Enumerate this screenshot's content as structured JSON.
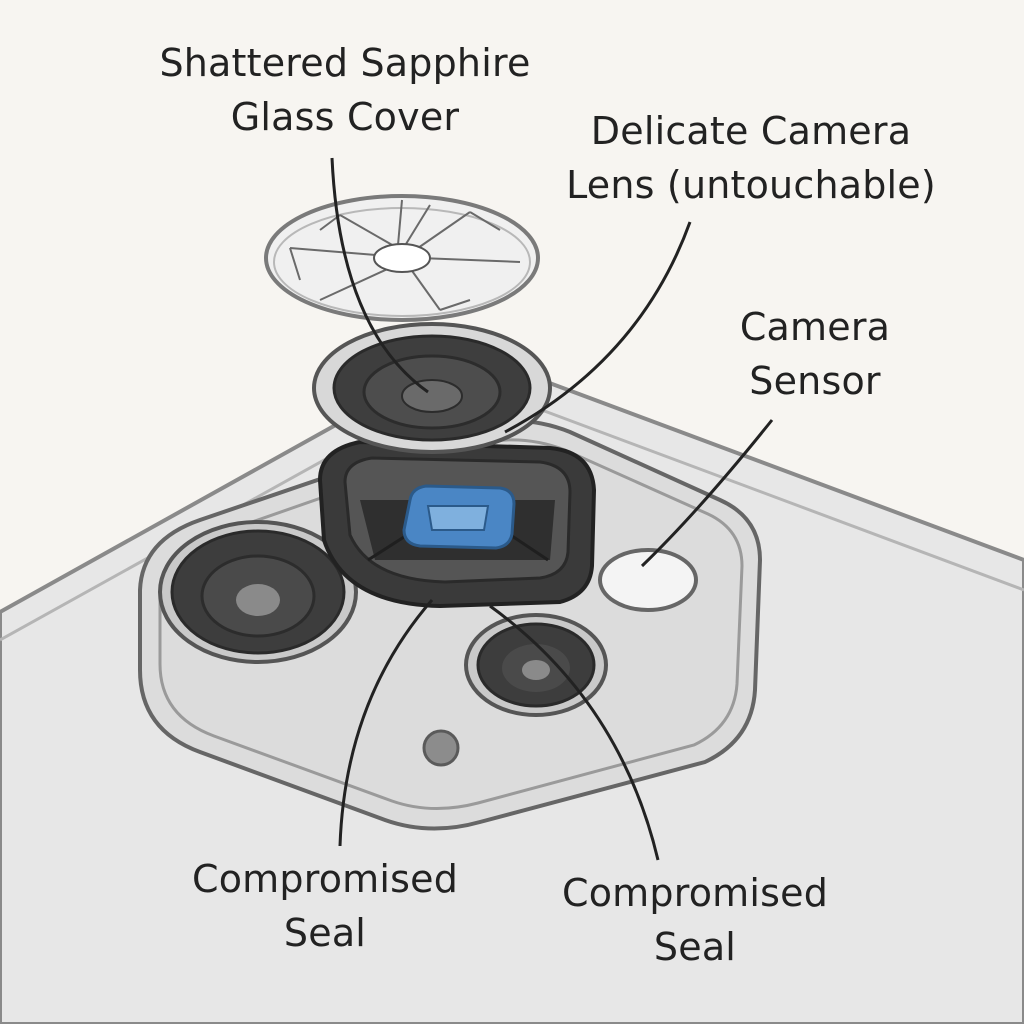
{
  "labels": {
    "glass_cover": {
      "line1": "Shattered Sapphire",
      "line2": "Glass Cover"
    },
    "camera_lens": {
      "line1": "Delicate Camera",
      "line2": "Lens (untouchable)"
    },
    "camera_sensor": {
      "line1": "Camera",
      "line2": "Sensor"
    },
    "seal_left": {
      "line1": "Compromised",
      "line2": "Seal"
    },
    "seal_right": {
      "line1": "Compromised",
      "line2": "Seal"
    }
  },
  "colors": {
    "background": "#f7f5f1",
    "phone_body": "#e7e7e7",
    "outline": "#555555",
    "lens_dark": "#3d3d3d",
    "sensor_blue": "#4a86c5",
    "text": "#222222"
  }
}
